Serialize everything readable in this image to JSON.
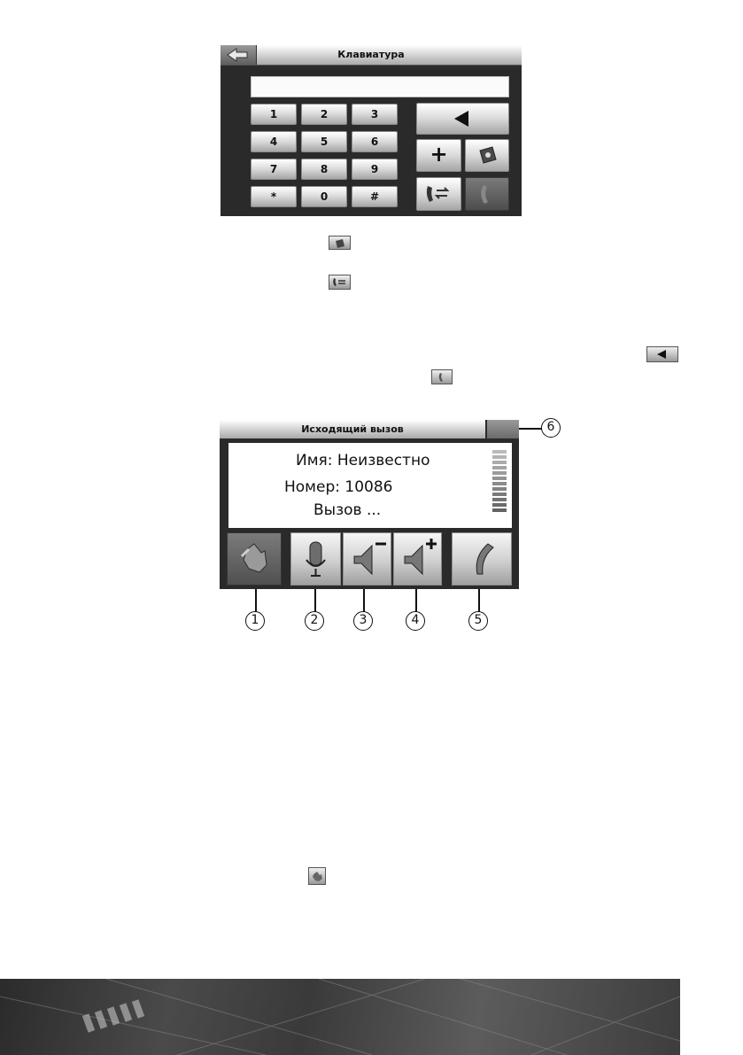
{
  "keypad": {
    "title": "Клавиатура",
    "input_value": "",
    "keys": [
      "1",
      "2",
      "3",
      "4",
      "5",
      "6",
      "7",
      "8",
      "9",
      "*",
      "0",
      "#"
    ],
    "plus_label": "+"
  },
  "icons": {
    "back": "arrow-left-icon",
    "backspace": "triangle-left-icon",
    "contacts": "phonebook-icon",
    "transfer": "transfer-call-icon",
    "dial": "handset-icon",
    "hand": "hand-icon",
    "microphone": "microphone-icon",
    "volume_down": "speaker-minus-icon",
    "volume_up": "speaker-plus-icon"
  },
  "call": {
    "title": "Исходящий вызов",
    "name_line": "Имя: Неизвестно",
    "number_line": "Номер: 10086",
    "status_line": "Вызов ...",
    "signal_bar_count": 12
  },
  "callouts": [
    "1",
    "2",
    "3",
    "4",
    "5",
    "6"
  ],
  "colors": {
    "panel_dark": "#2a2a2a",
    "button_light": "#d9d9d9",
    "button_dark": "#5a5a5a"
  }
}
